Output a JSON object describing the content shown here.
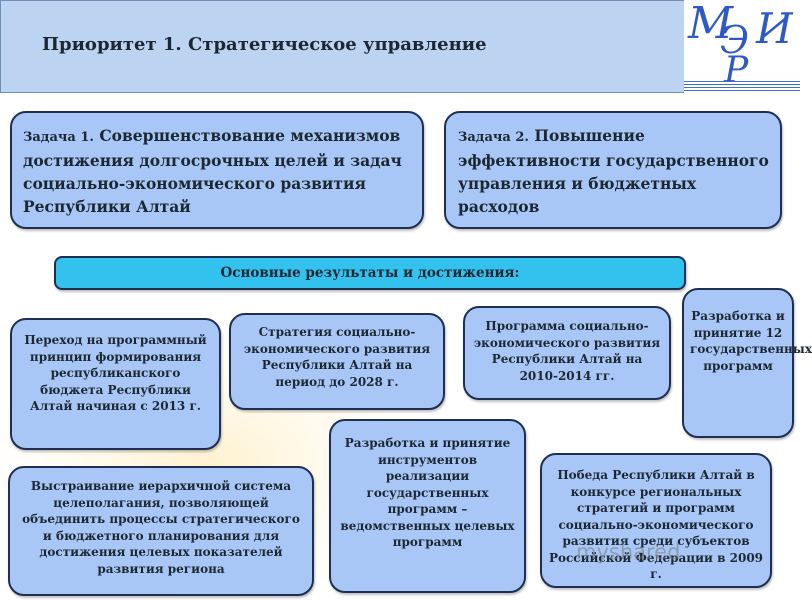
{
  "header": {
    "title": "Приоритет 1. Стратегическое управление"
  },
  "logo": {
    "letters": [
      "М",
      "Э",
      "И",
      "Р"
    ],
    "lettering": "МЭиР"
  },
  "tasks": [
    {
      "prefix": "Задача 1.",
      "text": "Совершенствование механизмов достижения долгосрочных целей и задач социально-экономического развития Республики Алтай"
    },
    {
      "prefix": "Задача 2.",
      "text": "Повышение эффективности государственного управления и бюджетных расходов"
    }
  ],
  "results_banner": "Основные  результаты  и достижения:",
  "results": {
    "budget_transition": "Переход на программный принцип формирования республиканского бюджета Республики Алтай начиная с 2013 г.",
    "strategy_2028": "Стратегия социально-экономического развития Республики Алтай на период до 2028 г.",
    "program_2010_2014": "Программа социально-экономического развития Республики Алтай на 2010-2014 гг.",
    "state_programs_12": "Разработка и принятие 12 государственных программ",
    "goal_hierarchy": "Выстраивание иерархичной система целеполагания, позволяющей объединить процессы стратегического и бюджетного планирования для достижения целевых показателей развития региона",
    "instruments": "Разработка и принятие инструментов реализации государственных программ – ведомственных целевых программ",
    "contest_victory": "Победа Республики Алтай в конкурсе региональных стратегий и программ социально-экономического развития среди субъектов Российской Федерации в 2009 г."
  },
  "watermark": "myshared",
  "colors": {
    "header_bg": "#bcd3f2",
    "card_bg": "#a9c7f6",
    "banner_bg": "#33c1ee",
    "border": "#1e2f52",
    "logo_blue": "#2e59c9"
  }
}
